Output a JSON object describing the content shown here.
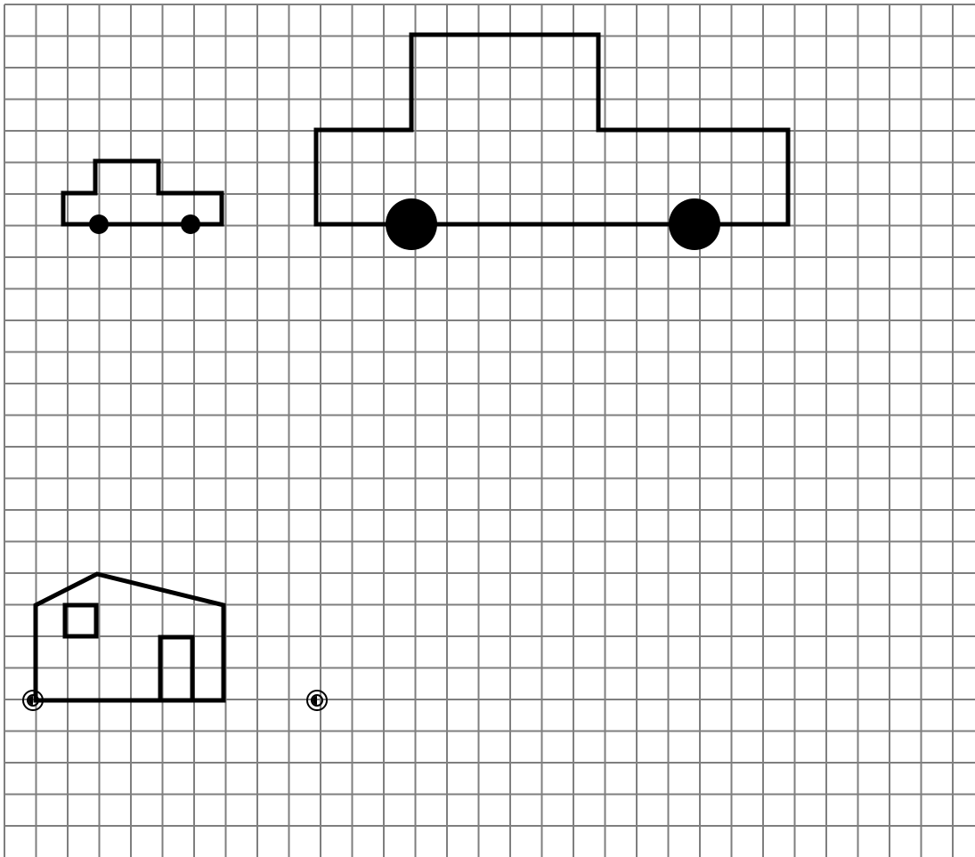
{
  "canvas": {
    "background": "#ffffff",
    "grid_color": "#7f7f7f",
    "ink_color": "#000000",
    "grid_visible": true
  },
  "figures": [
    {
      "name": "small-car",
      "kind": "car",
      "wheel_count": 2
    },
    {
      "name": "large-car",
      "kind": "car",
      "wheel_count": 2
    },
    {
      "name": "house",
      "kind": "house",
      "has_window": true,
      "has_door": true
    }
  ],
  "markers": [
    {
      "name": "origin-marker",
      "kind": "target-point"
    },
    {
      "name": "destination-marker",
      "kind": "target-point"
    }
  ]
}
